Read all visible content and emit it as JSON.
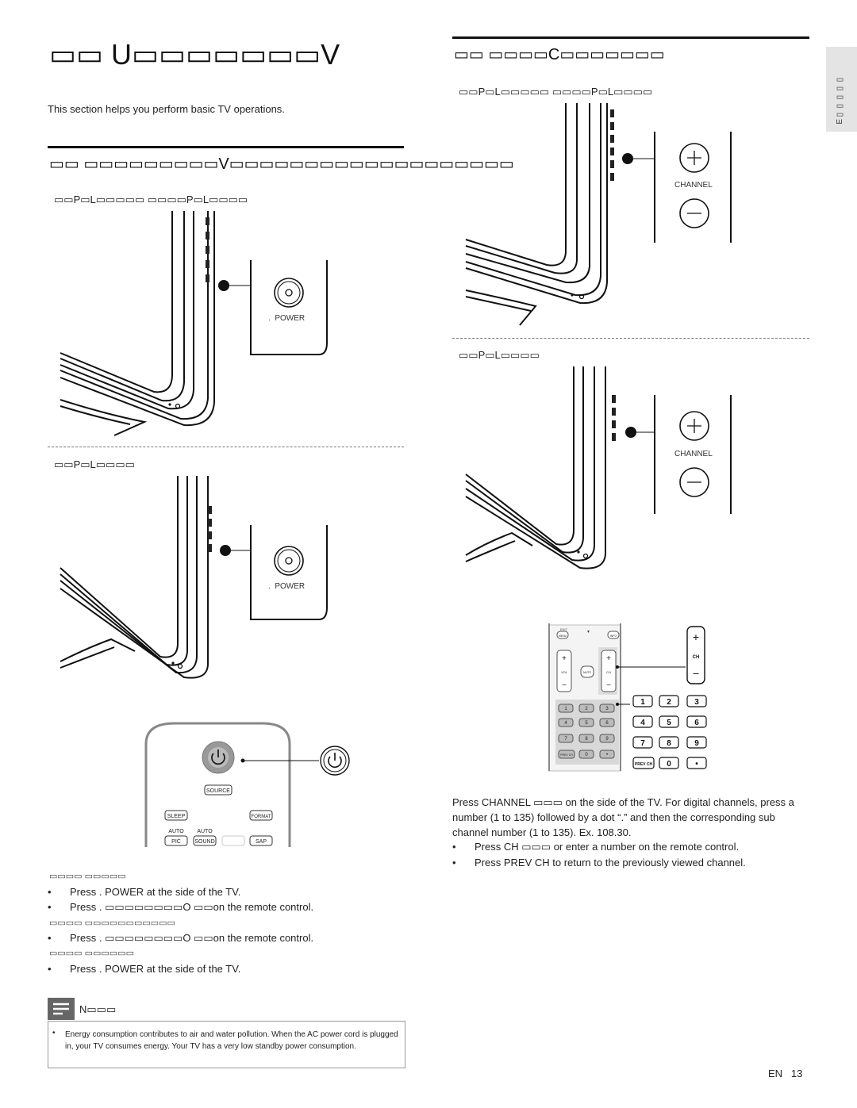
{
  "left": {
    "title": "▭▭ U▭▭▭▭▭▭▭V",
    "intro": "This section helps you perform basic TV operations.",
    "section_title": "▭▭ ▭▭▭▭▭▭▭▭▭V▭▭▭▭▭▭▭▭▭▭▭▭▭▭▭▭▭▭▭",
    "sub_a": "▭▭P▭L▭▭▭▭▭ ▭▭▭▭P▭L▭▭▭▭",
    "sub_b": "▭▭P▭L▭▭▭▭",
    "power_label_1": "POWER",
    "power_label_2": "POWER",
    "remote_buttons": {
      "source": "SOURCE",
      "sleep": "SLEEP",
      "format": "FORMAT",
      "auto1": "AUTO",
      "auto2": "AUTO",
      "pic": "PIC",
      "sound": "SOUND",
      "sap": "SAP"
    },
    "turn_on_heading": "▭▭▭▭ ▭▭▭▭▭",
    "turn_on_1": "Press .    POWER at the side of the TV.",
    "turn_on_2": "Press .    ▭▭▭▭▭▭▭▭O ▭▭on the remote control.",
    "standby_heading": "▭▭▭▭ ▭▭▭▭▭▭▭▭▭▭▭",
    "standby_1": "Press .    ▭▭▭▭▭▭▭▭O ▭▭on the remote control.",
    "turn_off_heading": "▭▭▭▭ ▭▭▭▭▭▭",
    "turn_off_1": "Press .    POWER at the side of the TV.",
    "note_title": "N▭▭▭",
    "note_text": "Energy consumption contributes to air and water pollution. When the AC power cord is plugged in, your TV consumes energy. Your TV has a very low standby power consumption."
  },
  "right": {
    "section_title": "▭▭ ▭▭▭▭C▭▭▭▭▭▭▭",
    "sub_a": "▭▭P▭L▭▭▭▭▭ ▭▭▭▭P▭L▭▭▭▭",
    "sub_b": "▭▭P▭L▭▭▭▭",
    "channel_label_1": "CHANNEL",
    "channel_label_2": "CHANNEL",
    "remote_keys": {
      "exit": "EXIT",
      "menu": "MENU",
      "info": "INFO",
      "vol": "VOL",
      "mute": "MUTE",
      "ch": "CH",
      "prev": "PREV CH"
    },
    "zoom_keys": {
      "ch": "CH",
      "prev": "PREV CH",
      "n1": "1",
      "n2": "2",
      "n3": "3",
      "n4": "4",
      "n5": "5",
      "n6": "6",
      "n7": "7",
      "n8": "8",
      "n9": "9",
      "n0": "0",
      "dot": "•"
    },
    "para": "Press CHANNEL ▭▭▭ on the side of the TV. For digital channels, press a number (1 to 135) followed by a dot “.” and then the corresponding sub channel number (1 to 135). Ex. 108.30.",
    "bullet_1": "Press CH ▭▭▭ or enter a number on the remote control.",
    "bullet_2": "Press PREV CH to return to the previously viewed channel."
  },
  "side_tab": "E▭▭▭▭▭",
  "footer": {
    "lang": "EN",
    "page": "13"
  }
}
